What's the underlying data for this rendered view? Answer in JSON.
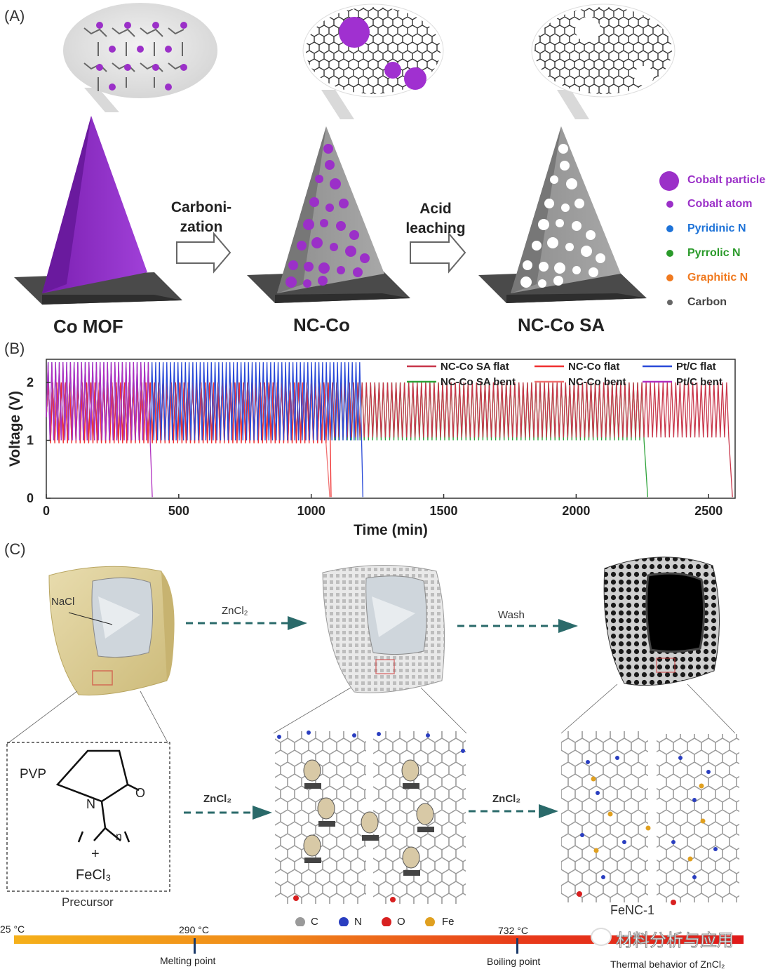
{
  "panel_a": {
    "letter": "(A)",
    "samples": [
      "Co MOF",
      "NC-Co",
      "NC-Co SA"
    ],
    "steps": [
      {
        "line1": "Carboni-",
        "line2": "zation"
      },
      {
        "line1": "Acid",
        "line2": "leaching"
      }
    ],
    "legend": [
      {
        "label": "Cobalt particle",
        "color": "#9b30c8",
        "icon": "large-purple-dot"
      },
      {
        "label": "Cobalt atom",
        "color": "#9b30c8",
        "icon": "purple-dot"
      },
      {
        "label": "Pyridinic N",
        "color": "#1e73d8",
        "icon": "blue-dot"
      },
      {
        "label": "Pyrrolic N",
        "color": "#2a9a2a",
        "icon": "green-dot"
      },
      {
        "label": "Graphitic N",
        "color": "#f07a20",
        "icon": "orange-dot"
      },
      {
        "label": "Carbon",
        "color": "#444444",
        "icon": "gray-dot"
      }
    ]
  },
  "panel_b": {
    "letter": "(B)",
    "chart_data": {
      "type": "line",
      "xlabel": "Time (min)",
      "ylabel": "Voltage (V)",
      "xlim": [
        0,
        2600
      ],
      "ylim": [
        0,
        2.4
      ],
      "xticks": [
        0,
        500,
        1000,
        1500,
        2000,
        2500
      ],
      "yticks": [
        0,
        1,
        2
      ],
      "legend_position": "top-right",
      "series": [
        {
          "name": "NC-Co SA flat",
          "color": "#c8364a",
          "end_time": 2590,
          "charge_v": 2.0,
          "discharge_v": 1.05
        },
        {
          "name": "NC-Co SA bent",
          "color": "#2ea33a",
          "end_time": 2270,
          "charge_v": 2.0,
          "discharge_v": 1.0
        },
        {
          "name": "NC-Co flat",
          "color": "#f03030",
          "end_time": 1075,
          "charge_v": 2.0,
          "discharge_v": 0.95
        },
        {
          "name": "NC-Co bent",
          "color": "#f07070",
          "end_time": 1070,
          "charge_v": 2.0,
          "discharge_v": 0.95
        },
        {
          "name": "Pt/C flat",
          "color": "#2a4ad8",
          "end_time": 1195,
          "charge_v": 2.35,
          "discharge_v": 1.0
        },
        {
          "name": "Pt/C bent",
          "color": "#b030c0",
          "end_time": 400,
          "charge_v": 2.35,
          "discharge_v": 1.0
        }
      ]
    }
  },
  "panel_c": {
    "letter": "(C)",
    "cube_label": "NaCl",
    "arrows": [
      "ZnCl₂",
      "Wash",
      "ZnCl₂",
      "ZnCl₂"
    ],
    "precursor_box": {
      "pvp": "PVP",
      "n": "N",
      "o": "O",
      "sub": "n",
      "plus": "+",
      "fecl3": "FeCl₃",
      "caption": "Precursor"
    },
    "atom_legend": [
      {
        "label": "C",
        "color": "#9a9a9a"
      },
      {
        "label": "N",
        "color": "#2a3ec0"
      },
      {
        "label": "O",
        "color": "#d82020"
      },
      {
        "label": "Fe",
        "color": "#e0a020"
      }
    ],
    "product_label": "FeNC-1",
    "timeline": {
      "start": "25 °C",
      "mid1": "290 °C",
      "mid2": "732 °C",
      "melting": "Melting point",
      "boiling": "Boiling point",
      "caption": "Thermal behavior of ZnCl₂"
    },
    "watermark": "材料分析与应用"
  }
}
